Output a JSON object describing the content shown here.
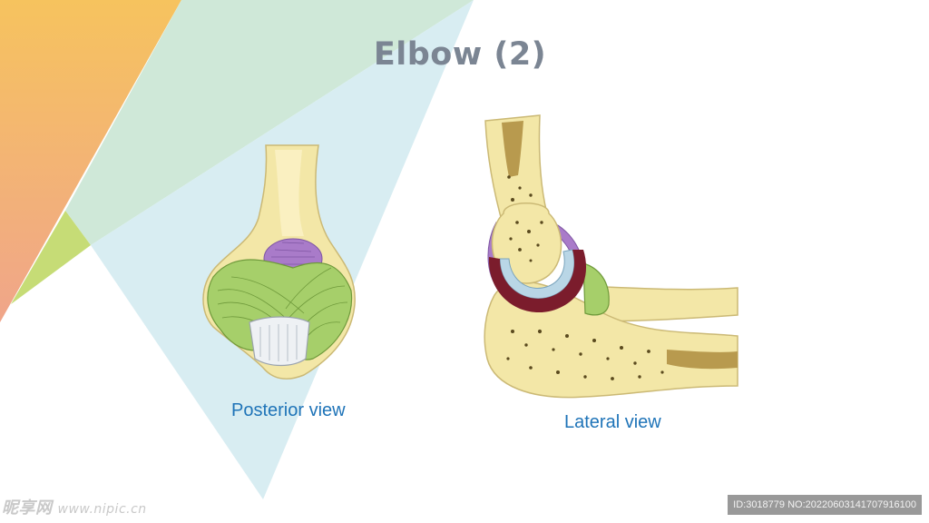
{
  "title": "Elbow (2)",
  "views": {
    "posterior": {
      "label": "Posterior view"
    },
    "lateral": {
      "label": "Lateral view"
    }
  },
  "watermark": {
    "left_brand": "昵享网",
    "left_site": "www.nipic.cn",
    "right_id": "ID:3018779 NO:20220603141707916100"
  },
  "colors": {
    "bone": "#f3e7a7",
    "bone_dark": "#c8b36a",
    "ligament": "#a6cf6a",
    "cartilage_purple": "#a97bc9",
    "joint_red": "#7b1c2c",
    "joint_blue": "#b9d6e6",
    "label_blue": "#1f74b8",
    "title_grey": "#7b8593"
  }
}
